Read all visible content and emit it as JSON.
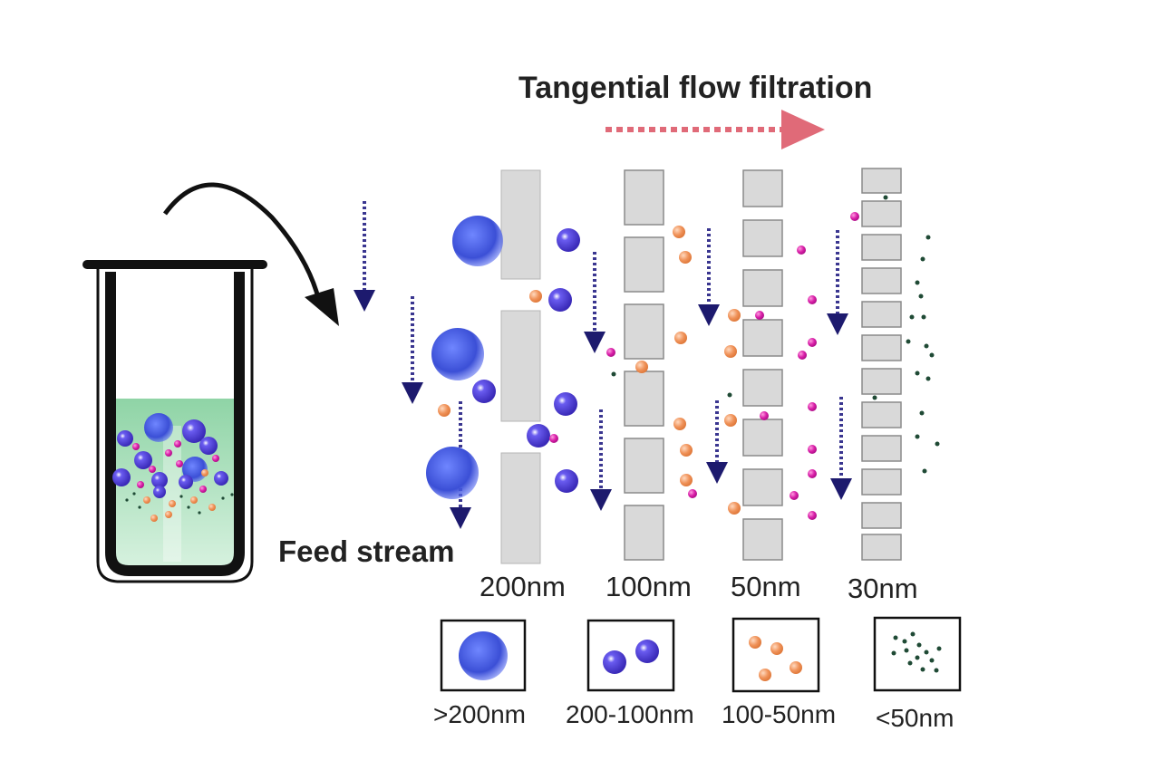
{
  "title": "Tangential flow filtration",
  "feed_label": "Feed stream",
  "membranes": [
    {
      "label": "200nm"
    },
    {
      "label": "100nm"
    },
    {
      "label": "50nm"
    },
    {
      "label": "30nm"
    }
  ],
  "fractions": [
    {
      "label": ">200nm"
    },
    {
      "label": "200-100nm"
    },
    {
      "label": "100-50nm"
    },
    {
      "label": "<50nm"
    }
  ],
  "colors": {
    "large_particle": "#3b4fd6",
    "medium_particle": "#4b3cc8",
    "orange_particle": "#f0935a",
    "magenta_particle": "#d91fa8",
    "small_particle": "#1f4a35",
    "membrane": "#d9d9d9",
    "arrow": "#1d1a6e",
    "flow_arrow": "#e06a78",
    "liquid": "#b6e3c4"
  },
  "icons": {
    "beaker": "beaker-icon",
    "transfer_arrow": "curved-arrow-icon",
    "flow_arrow": "dotted-arrow-right-icon",
    "down_arrow": "dotted-arrow-down-icon"
  }
}
